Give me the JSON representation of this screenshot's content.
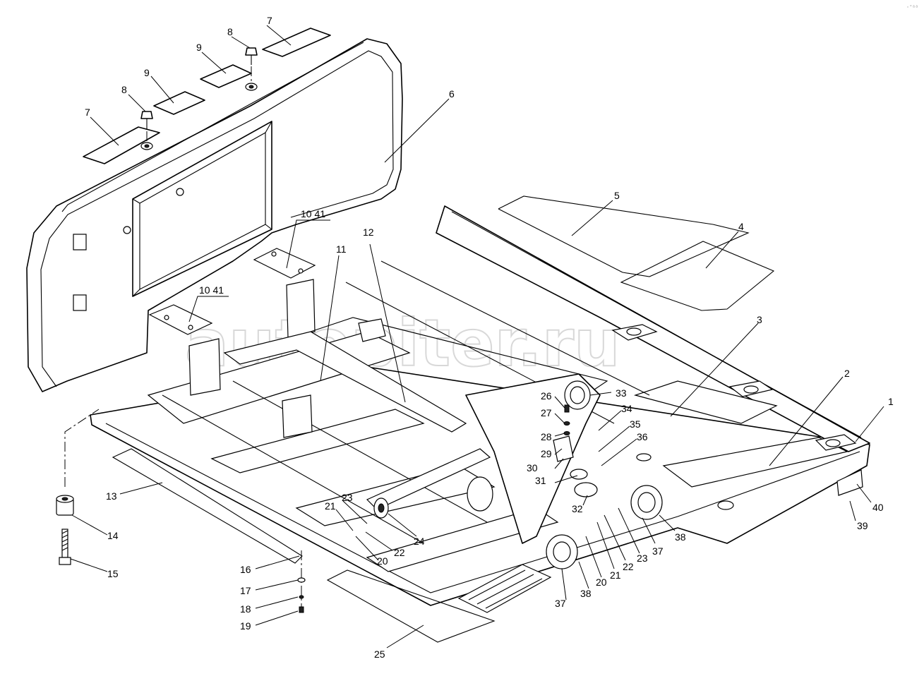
{
  "watermark": "autopiter.ru",
  "corner_mark": "◦°ᵃᵃ",
  "callouts": [
    {
      "id": "c1",
      "text": "1"
    },
    {
      "id": "c2",
      "text": "2"
    },
    {
      "id": "c3",
      "text": "3"
    },
    {
      "id": "c4",
      "text": "4"
    },
    {
      "id": "c5",
      "text": "5"
    },
    {
      "id": "c6",
      "text": "6"
    },
    {
      "id": "c7a",
      "text": "7"
    },
    {
      "id": "c7b",
      "text": "7"
    },
    {
      "id": "c8a",
      "text": "8"
    },
    {
      "id": "c8b",
      "text": "8"
    },
    {
      "id": "c9a",
      "text": "9"
    },
    {
      "id": "c9b",
      "text": "9"
    },
    {
      "id": "c1041a",
      "text": "10 41"
    },
    {
      "id": "c1041b",
      "text": "10 41"
    },
    {
      "id": "c11",
      "text": "11"
    },
    {
      "id": "c12",
      "text": "12"
    },
    {
      "id": "c13",
      "text": "13"
    },
    {
      "id": "c14",
      "text": "14"
    },
    {
      "id": "c15",
      "text": "15"
    },
    {
      "id": "c16",
      "text": "16"
    },
    {
      "id": "c17",
      "text": "17"
    },
    {
      "id": "c18",
      "text": "18"
    },
    {
      "id": "c19",
      "text": "19"
    },
    {
      "id": "c20a",
      "text": "20"
    },
    {
      "id": "c20b",
      "text": "20"
    },
    {
      "id": "c21a",
      "text": "21"
    },
    {
      "id": "c21b",
      "text": "21"
    },
    {
      "id": "c22a",
      "text": "22"
    },
    {
      "id": "c22b",
      "text": "22"
    },
    {
      "id": "c23a",
      "text": "23"
    },
    {
      "id": "c23b",
      "text": "23"
    },
    {
      "id": "c24",
      "text": "24"
    },
    {
      "id": "c25",
      "text": "25"
    },
    {
      "id": "c26",
      "text": "26"
    },
    {
      "id": "c27",
      "text": "27"
    },
    {
      "id": "c28",
      "text": "28"
    },
    {
      "id": "c29",
      "text": "29"
    },
    {
      "id": "c30",
      "text": "30"
    },
    {
      "id": "c31",
      "text": "31"
    },
    {
      "id": "c32",
      "text": "32"
    },
    {
      "id": "c33",
      "text": "33"
    },
    {
      "id": "c34",
      "text": "34"
    },
    {
      "id": "c35",
      "text": "35"
    },
    {
      "id": "c36",
      "text": "36"
    },
    {
      "id": "c37a",
      "text": "37"
    },
    {
      "id": "c37b",
      "text": "37"
    },
    {
      "id": "c38a",
      "text": "38"
    },
    {
      "id": "c38b",
      "text": "38"
    },
    {
      "id": "c39",
      "text": "39"
    },
    {
      "id": "c40",
      "text": "40"
    }
  ]
}
